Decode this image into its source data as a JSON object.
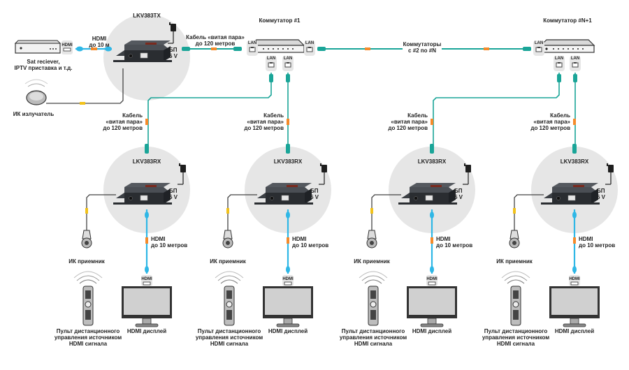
{
  "title": "LKV383 HDMI over IP extender connection diagram",
  "colors": {
    "twisted_pair": "#1aa598",
    "hdmi_cable": "#2fb7e6",
    "ir_cable": "#444444",
    "inline_marker": "#f58a2a",
    "ir_marker": "#f2c21a",
    "circle_bg": "#e6e6e6",
    "device_dark": "#2a2d31"
  },
  "source": {
    "label_line1": "Sat reciever,",
    "label_line2": "IPTV приставка и т.д.",
    "port_label": "HDMI"
  },
  "source_hdmi": {
    "line1": "HDMI",
    "line2": "до 10 м"
  },
  "ir_emitter": {
    "label": "ИК излучатель"
  },
  "transmitter": {
    "model": "LKV383TX",
    "psu_line1": "БП",
    "psu_line2": "5 V"
  },
  "tx_cable": {
    "line1": "Кабель «витая пара»",
    "line2": "до 120 метров"
  },
  "switch1": {
    "title": "Коммутатор #1",
    "port_label": "LAN"
  },
  "switch_chain": {
    "line1": "Коммутаторы",
    "line2": "с #2 по #N"
  },
  "switchN": {
    "title": "Коммутатор #N+1",
    "port_label": "LAN"
  },
  "branch_cable": {
    "line1": "Кабель",
    "line2": "«витая пара»",
    "line3": "до 120 метров"
  },
  "receivers": [
    {
      "model": "LKV383RX",
      "psu_line1": "БП",
      "psu_line2": "5 V",
      "hdmi_line1": "HDMI",
      "hdmi_line2": "до 10 метров",
      "ir_label": "ИК приемник",
      "remote_line1": "Пульт дистанционного",
      "remote_line2": "управления источником",
      "remote_line3": "HDMI сигнала",
      "display_label": "HDMI дисплей",
      "display_port": "HDMI"
    },
    {
      "model": "LKV383RX",
      "psu_line1": "БП",
      "psu_line2": "5 V",
      "hdmi_line1": "HDMI",
      "hdmi_line2": "до 10 метров",
      "ir_label": "ИК приемник",
      "remote_line1": "Пульт дистанционного",
      "remote_line2": "управления источником",
      "remote_line3": "HDMI сигнала",
      "display_label": "HDMI дисплей",
      "display_port": "HDMI"
    },
    {
      "model": "LKV383RX",
      "psu_line1": "БП",
      "psu_line2": "5 V",
      "hdmi_line1": "HDMI",
      "hdmi_line2": "до 10 метров",
      "ir_label": "ИК приемник",
      "remote_line1": "Пульт дистанционного",
      "remote_line2": "управления источником",
      "remote_line3": "HDMI сигнала",
      "display_label": "HDMI дисплей",
      "display_port": "HDMI"
    },
    {
      "model": "LKV383RX",
      "psu_line1": "БП",
      "psu_line2": "5 V",
      "hdmi_line1": "HDMI",
      "hdmi_line2": "до 10 метров",
      "ir_label": "ИК приемник",
      "remote_line1": "Пульт дистанционного",
      "remote_line2": "управления источником",
      "remote_line3": "HDMI сигнала",
      "display_label": "HDMI дисплей",
      "display_port": "HDMI"
    }
  ]
}
